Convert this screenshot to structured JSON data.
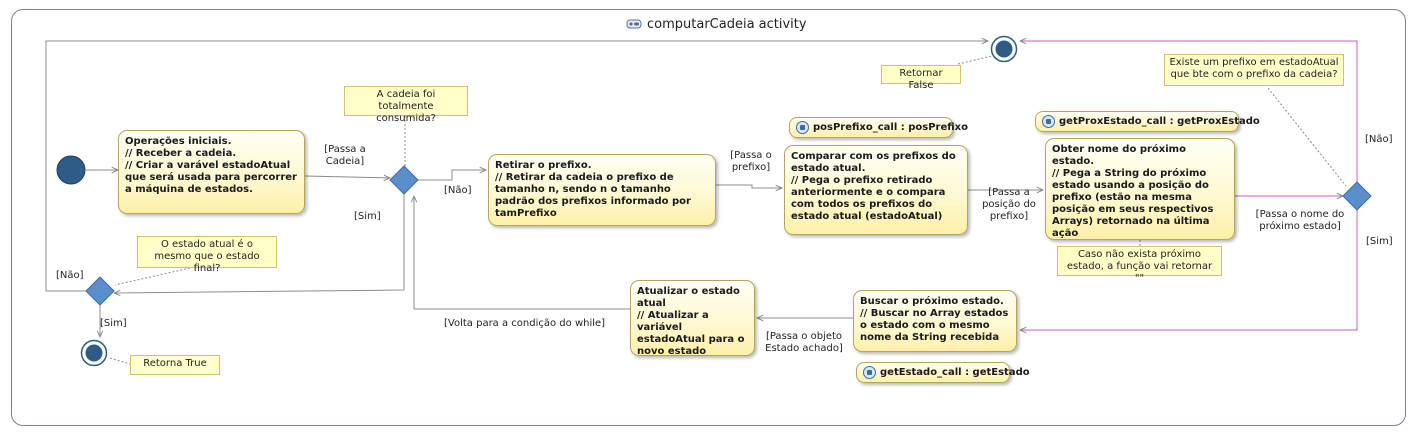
{
  "diagram": {
    "title": "computarCadeia activity",
    "title_icon": "activity-icon"
  },
  "colors": {
    "frame": "#8a7a92",
    "flow": "#8c8c8c",
    "highlight_flow": "#c25fbd",
    "initial_node": "#2e5b88",
    "decision": "#5b8fcb",
    "action_fill": "#fff8cf",
    "note_fill": "#ffffc8"
  },
  "actions": {
    "operacoes_iniciais": "Operações iniciais.\n// Receber a cadeia.\n// Criar a varável estadoAtual que será usada para percorrer a máquina de estados.",
    "retirar_prefixo": "Retirar o prefixo.\n// Retirar da cadeia o prefixo de tamanho n, sendo n o tamanho padrão dos prefixos informado por tamPrefixo",
    "comparar_prefixos": "Comparar com os prefixos do estado atual.\n// Pega o prefixo retirado anteriormente e o compara com todos os prefixos do estado atual (estadoAtual)",
    "obter_proximo": "Obter nome do próximo estado.\n// Pega a String do próximo estado usando a posição do prefixo (estão na mesma posição em seus respectivos Arrays) retornado na última ação",
    "buscar_proximo": "Buscar o próximo estado.\n// Buscar no Array estados o estado com o mesmo nome da String recebida",
    "atualizar_estado": "Atualizar o estado atual\n// Atualizar a variável estadoAtual para o novo estado recebido"
  },
  "calls": {
    "pos_prefixo": "posPrefixo_call : posPrefixo",
    "get_prox_estado": "getProxEstado_call : getProxEstado",
    "get_estado": "getEstado_call : getEstado"
  },
  "notes": {
    "cadeia_consumida": "A cadeia foi totalmente consumida?",
    "estado_final": "O estado atual é o mesmo que o estado final?",
    "retornar_false": "Retornar False",
    "retorna_true": "Retorna True",
    "existe_prefixo": "Existe um prefixo em estadoAtual que bte com o prefixo da cadeia?",
    "nao_existe_proximo": "Caso não exista próximo estado, a função vai retornar \"\""
  },
  "guards": {
    "passa_cadeia": "[Passa a Cadeia]",
    "nao_while": "[Não]",
    "sim_while": "[Sim]",
    "passa_prefixo": "[Passa o prefixo]",
    "passa_posicao": "[Passa a posição do prefixo]",
    "nao_prefixo": "[Não]",
    "sim_prefixo": "[Sim]",
    "passa_nome": "[Passa o nome do próximo estado]",
    "passa_objeto": "[Passa o objeto Estado achado]",
    "volta_condicao": "[Volta para a condição do while]",
    "nao_final": "[Não]",
    "sim_final": "[Sim]"
  }
}
